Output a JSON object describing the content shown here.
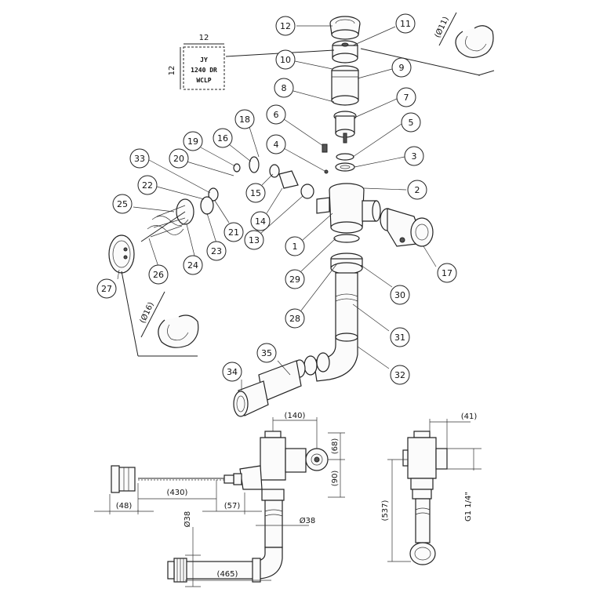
{
  "callouts": [
    {
      "id": "12",
      "text": "12"
    },
    {
      "id": "11",
      "text": "11"
    },
    {
      "id": "10",
      "text": "10"
    },
    {
      "id": "9",
      "text": "9"
    },
    {
      "id": "8",
      "text": "8"
    },
    {
      "id": "7",
      "text": "7"
    },
    {
      "id": "6",
      "text": "6"
    },
    {
      "id": "5",
      "text": "5"
    },
    {
      "id": "4",
      "text": "4"
    },
    {
      "id": "3",
      "text": "3"
    },
    {
      "id": "2",
      "text": "2"
    },
    {
      "id": "1",
      "text": "1"
    },
    {
      "id": "18",
      "text": "18"
    },
    {
      "id": "16",
      "text": "16"
    },
    {
      "id": "19",
      "text": "19"
    },
    {
      "id": "20",
      "text": "20"
    },
    {
      "id": "33",
      "text": "33"
    },
    {
      "id": "22",
      "text": "22"
    },
    {
      "id": "25",
      "text": "25"
    },
    {
      "id": "15",
      "text": "15"
    },
    {
      "id": "14",
      "text": "14"
    },
    {
      "id": "13",
      "text": "13"
    },
    {
      "id": "21",
      "text": "21"
    },
    {
      "id": "23",
      "text": "23"
    },
    {
      "id": "24",
      "text": "24"
    },
    {
      "id": "26",
      "text": "26"
    },
    {
      "id": "27",
      "text": "27"
    },
    {
      "id": "29",
      "text": "29"
    },
    {
      "id": "28",
      "text": "28"
    },
    {
      "id": "30",
      "text": "30"
    },
    {
      "id": "31",
      "text": "31"
    },
    {
      "id": "32",
      "text": "32"
    },
    {
      "id": "17",
      "text": "17"
    },
    {
      "id": "34",
      "text": "34"
    },
    {
      "id": "35",
      "text": "35"
    }
  ],
  "nameplate": {
    "line1": "JY",
    "line2": "1240 DR",
    "line3": "WCLP",
    "width_dim": "12",
    "height_dim": "12"
  },
  "detail_top": {
    "dim": "(Ø11)"
  },
  "detail_left": {
    "dim": "(Ø16)"
  },
  "dimensions": {
    "d140": "(140)",
    "d68": "(68)",
    "d90": "(90)",
    "d430": "(430)",
    "d48": "(48)",
    "d57": "(57)",
    "d38a": "Ø38",
    "d38b": "Ø38",
    "d465": "(465)",
    "d41": "(41)",
    "d537": "(537)",
    "thread": "G1 1/4\""
  }
}
